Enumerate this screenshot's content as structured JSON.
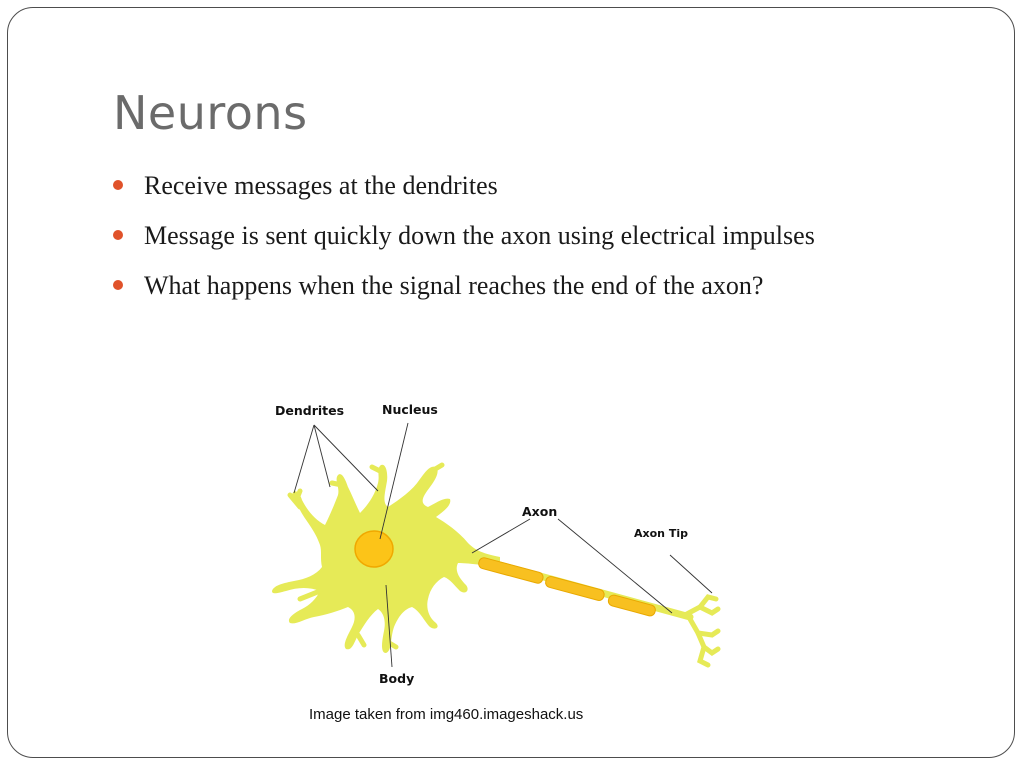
{
  "slide": {
    "title": "Neurons",
    "bullets": [
      "Receive messages at the dendrites",
      "Message is sent quickly down the axon using electrical impulses",
      "What happens when the signal reaches the end of the axon?"
    ],
    "colors": {
      "bullet": "#e0522a",
      "title": "#6b6b6b",
      "neuron_body": "#e6ea57",
      "nucleus": "#fcc418",
      "myelin": "#f8c020"
    }
  },
  "diagram": {
    "labels": {
      "dendrites": "Dendrites",
      "nucleus": "Nucleus",
      "axon": "Axon",
      "axon_tip": "Axon Tip",
      "body": "Body"
    }
  },
  "caption": "Image taken from img460.imageshack.us"
}
